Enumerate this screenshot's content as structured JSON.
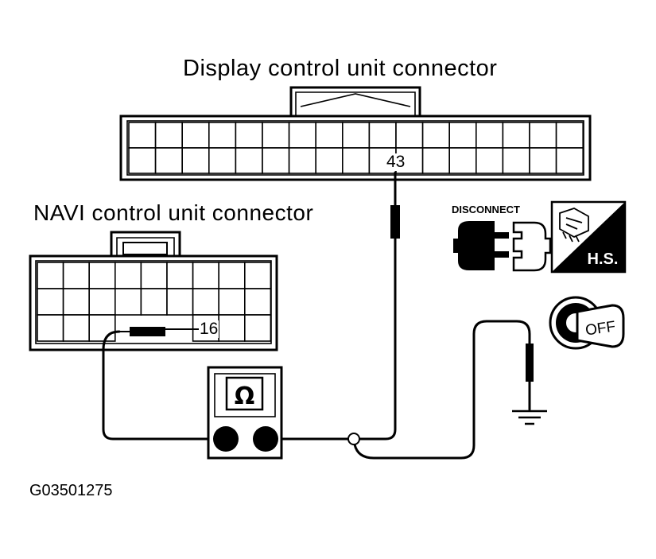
{
  "labels": {
    "display_connector": "Display control unit connector",
    "navi_connector": "NAVI control unit connector",
    "figure_code": "G03501275"
  },
  "pins": {
    "display_pin": "43",
    "navi_pin": "16"
  },
  "icons": {
    "disconnect_text": "DISCONNECT",
    "harness_side_text": "H.S.",
    "ignition_text": "OFF",
    "ohmmeter_symbol": "Ω"
  },
  "colors": {
    "ink": "#000000",
    "paper": "#ffffff"
  }
}
